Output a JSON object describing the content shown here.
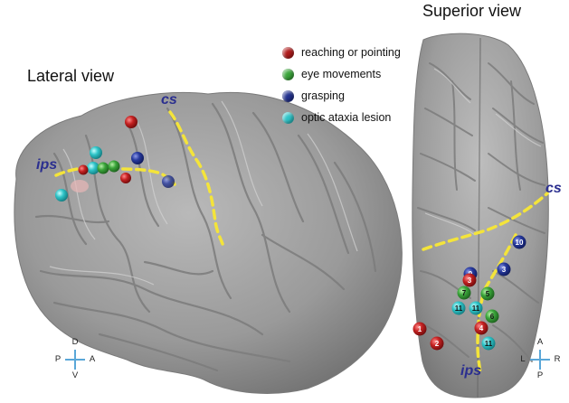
{
  "titles": {
    "lateral": "Lateral view",
    "superior": "Superior view"
  },
  "legend": [
    {
      "label": "reaching or pointing",
      "color": "#b01c1c"
    },
    {
      "label": "eye movements",
      "color": "#3aa53a"
    },
    {
      "label": "grasping",
      "color": "#22318e"
    },
    {
      "label": "optic ataxia lesion",
      "color": "#2fc4c8"
    }
  ],
  "sulci": {
    "lateral_cs": "cs",
    "lateral_ips": "ips",
    "superior_cs": "cs",
    "superior_ips": "ips"
  },
  "compass_lateral": {
    "top": "D",
    "bottom": "V",
    "left": "P",
    "right": "A"
  },
  "compass_superior": {
    "top": "A",
    "bottom": "P",
    "left": "L",
    "right": "R"
  },
  "superior_markers": [
    {
      "category": "grasping",
      "label": "10"
    },
    {
      "category": "grasping",
      "label": "3"
    },
    {
      "category": "grasping",
      "label": "9"
    },
    {
      "category": "reaching or pointing",
      "label": "3"
    },
    {
      "category": "eye movements",
      "label": "7"
    },
    {
      "category": "eye movements",
      "label": "5"
    },
    {
      "category": "optic ataxia lesion",
      "label": "11"
    },
    {
      "category": "optic ataxia lesion",
      "label": "11"
    },
    {
      "category": "eye movements",
      "label": "6"
    },
    {
      "category": "reaching or pointing",
      "label": "4"
    },
    {
      "category": "reaching or pointing",
      "label": "1"
    },
    {
      "category": "reaching or pointing",
      "label": "2"
    },
    {
      "category": "optic ataxia lesion",
      "label": "11"
    }
  ],
  "colors": {
    "brain": "#9c9c9c",
    "sulcus_line": "#f4e43a",
    "label": "#2b2f8f"
  }
}
